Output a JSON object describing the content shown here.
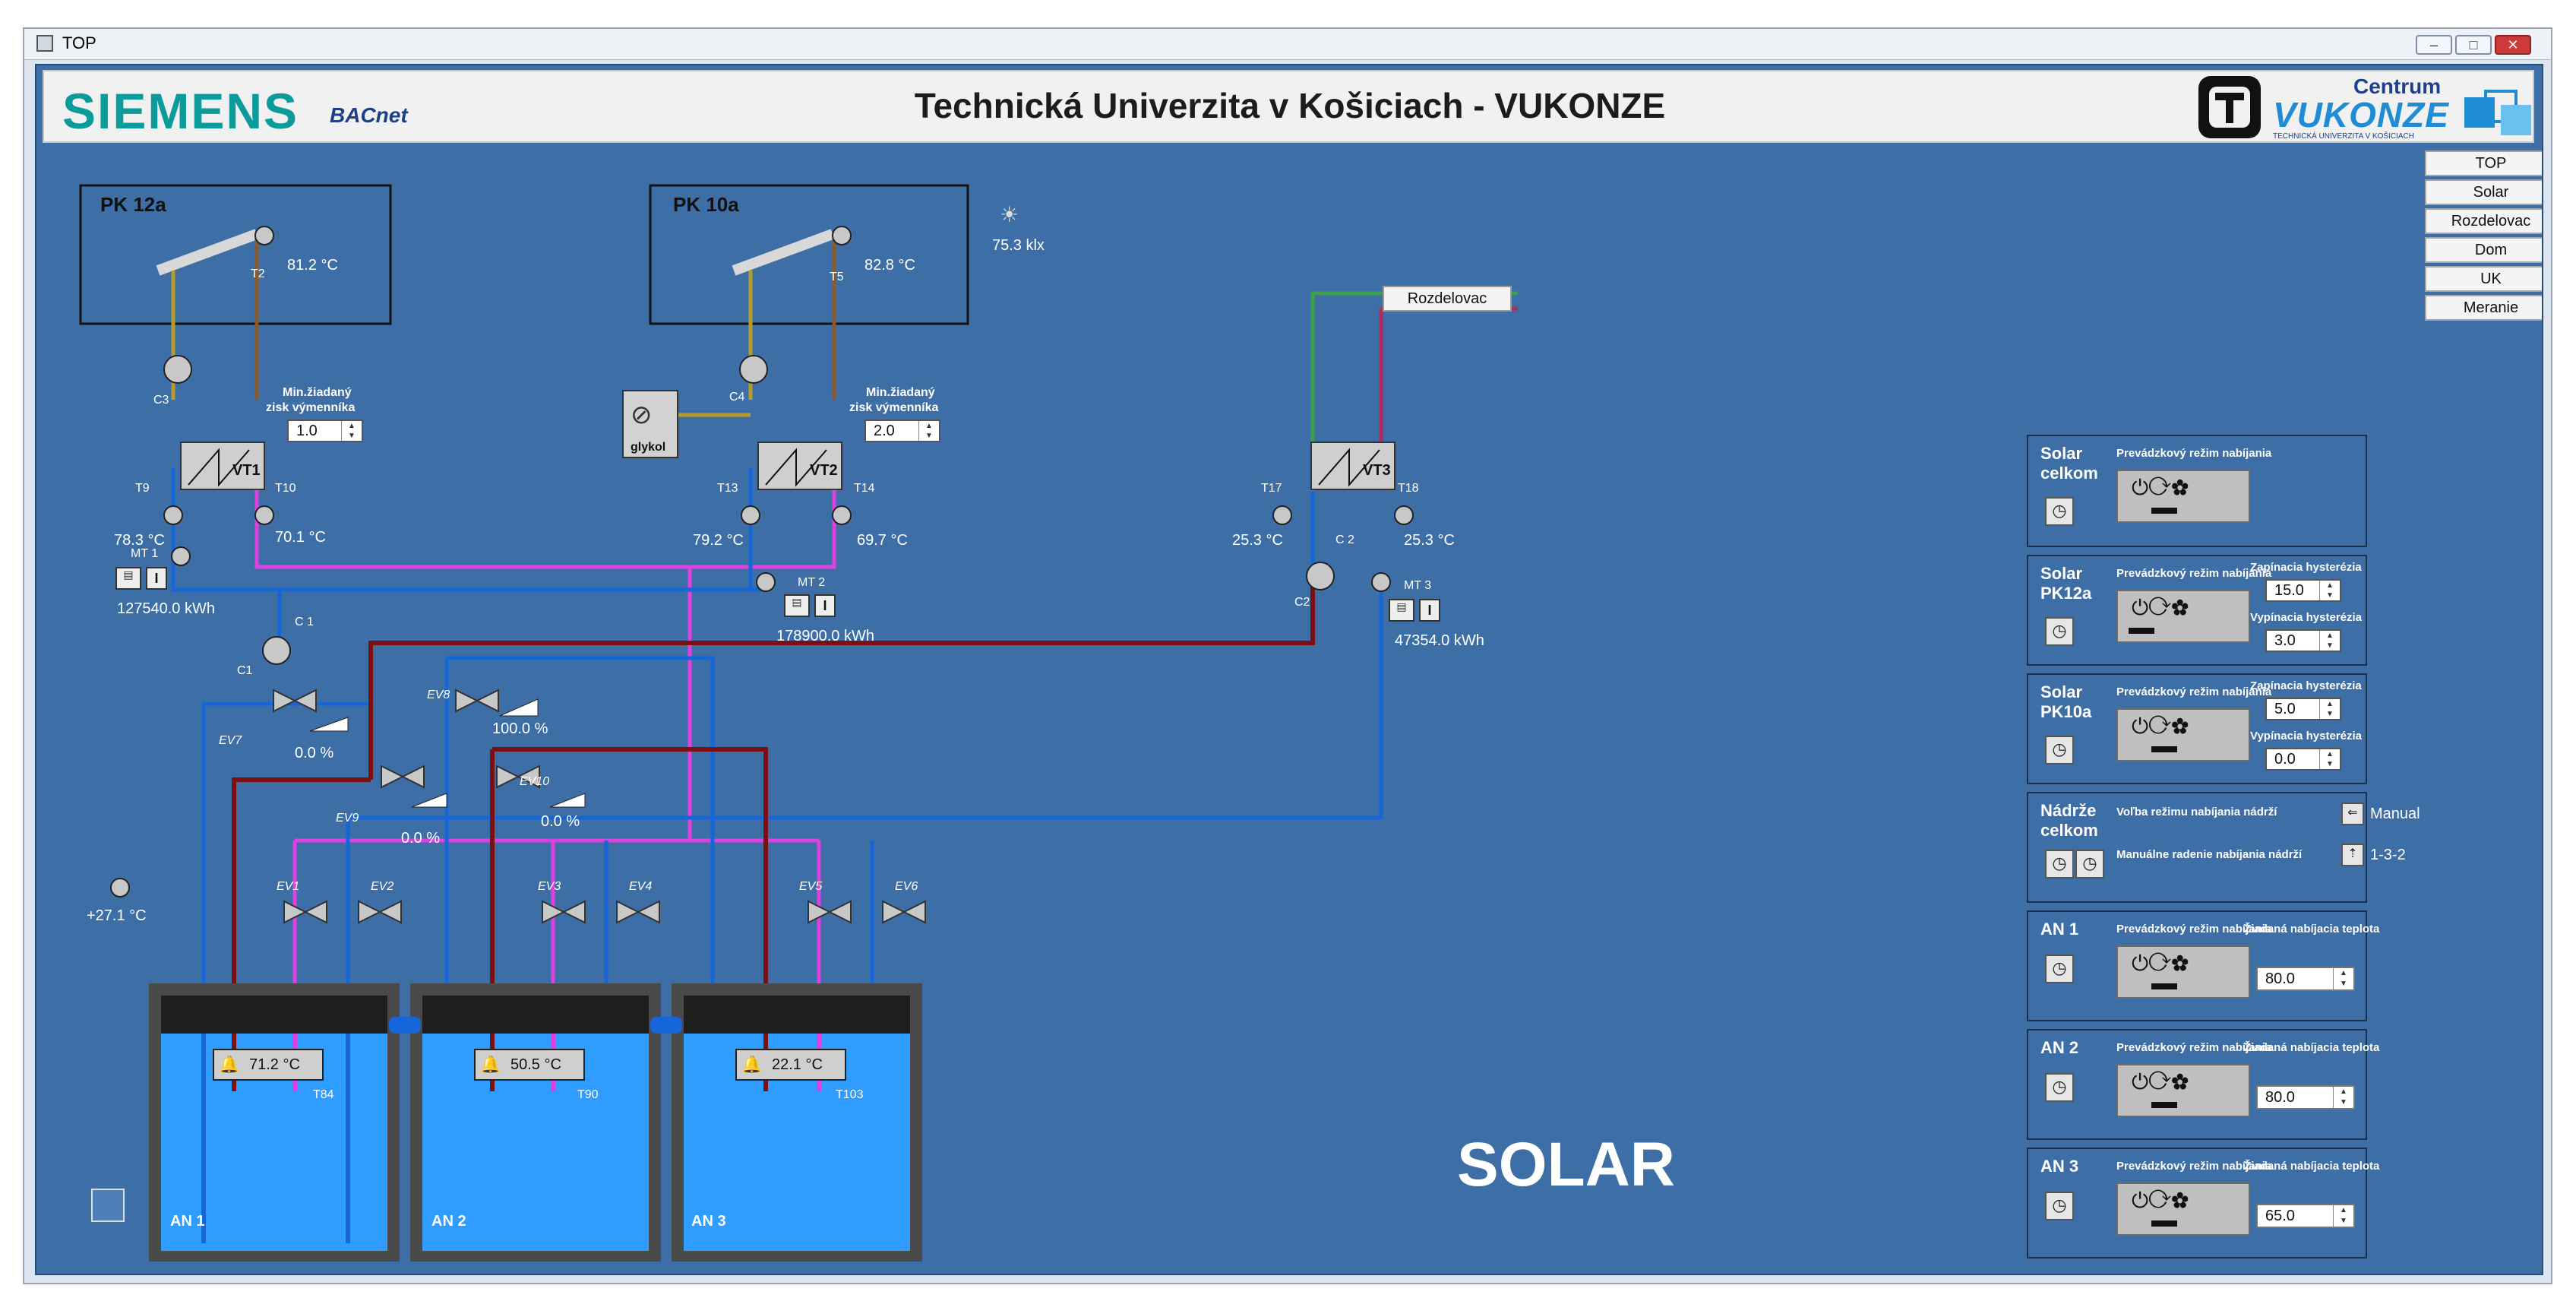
{
  "window": {
    "title": "TOP",
    "min_label": "‒",
    "max_label": "□",
    "close_label": "✕"
  },
  "header": {
    "brand": "SIEMENS",
    "bacnet": "BACnet",
    "title": "Technická Univerzita v Košiciach - VUKONZE",
    "centrum": "Centrum",
    "vukonze": "VUKONZE",
    "vukonze_sub": "TECHNICKÁ UNIVERZITA V KOŠICIACH"
  },
  "nav": [
    "TOP",
    "Solar",
    "Rozdelovac",
    "Dom",
    "UK",
    "Meranie"
  ],
  "collectors": [
    {
      "name": "PK 12a",
      "sensor": "T2",
      "temp": "81.2 °C"
    },
    {
      "name": "PK 10a",
      "sensor": "T5",
      "temp": "82.8 °C"
    }
  ],
  "illuminance": "75.3 klx",
  "setpoints": {
    "label1": "Min.žiadaný",
    "label2": "zisk výmenníka",
    "vt1": "1.0",
    "vt2": "2.0"
  },
  "exchangers": [
    "VT1",
    "VT2",
    "VT3"
  ],
  "pumps": {
    "c3": "C3",
    "c4": "C4",
    "c1": "C 1",
    "c1b": "C1",
    "c2a": "C 2",
    "c2b": "C2"
  },
  "glycol": "glykol",
  "sensors": {
    "t9": "T9",
    "t10": "T10",
    "t13": "T13",
    "t14": "T14",
    "t17": "T17",
    "t18": "T18",
    "t9v": "78.3 °C",
    "t10v": "70.1 °C",
    "t13v": "79.2 °C",
    "t14v": "69.7 °C",
    "t17v": "25.3 °C",
    "t18v": "25.3 °C",
    "outdoor": "+27.1 °C"
  },
  "meters": {
    "mt1": "MT 1",
    "mt1v": "127540.0 kWh",
    "mt2": "MT 2",
    "mt2v": "178900.0 kWh",
    "mt3": "MT 3",
    "mt3v": "47354.0 kWh"
  },
  "pipe_label": "Rozdelovac",
  "valves": {
    "ev7": "EV7",
    "ev7v": "0.0 %",
    "ev8": "EV8",
    "ev8v": "100.0 %",
    "ev9": "EV9",
    "ev9v": "0.0 %",
    "ev10": "EV10",
    "ev10v": "0.0 %",
    "ev1": "EV1",
    "ev2": "EV2",
    "ev3": "EV3",
    "ev4": "EV4",
    "ev5": "EV5",
    "ev6": "EV6"
  },
  "tanks": [
    {
      "name": "AN 1",
      "temp": "71.2 °C",
      "sensor": "T84"
    },
    {
      "name": "AN 2",
      "temp": "50.5 °C",
      "sensor": "T90"
    },
    {
      "name": "AN 3",
      "temp": "22.1 °C",
      "sensor": "T103"
    }
  ],
  "scene_label": "SOLAR",
  "panels": {
    "mode": "Prevádzkový režim nabíjania",
    "on_hyst": "Zapínacia hysterézia",
    "off_hyst": "Vypínacia hysterézia",
    "req_temp": "Žiadaná nabíjacia teplota",
    "solar_total_1": "Solar",
    "solar_total_2": "celkom",
    "pk12_1": "Solar",
    "pk12_2": "PK12a",
    "pk12_on": "15.0",
    "pk12_off": "3.0",
    "pk10_1": "Solar",
    "pk10_2": "PK10a",
    "pk10_on": "5.0",
    "pk10_off": "0.0",
    "tanks_1": "Nádrže",
    "tanks_2": "celkom",
    "tanks_sel": "Voľba režimu nabíjania nádrží",
    "tanks_manual": "Manuálne radenie nabíjania nádrží",
    "tanks_mode": "Manual",
    "tanks_order": "1-3-2",
    "an1": "AN 1",
    "an1_temp": "80.0",
    "an2": "AN 2",
    "an2_temp": "80.0",
    "an3": "AN 3",
    "an3_temp": "65.0",
    "clock": "◷",
    "sym": "⏻⟳✿"
  }
}
